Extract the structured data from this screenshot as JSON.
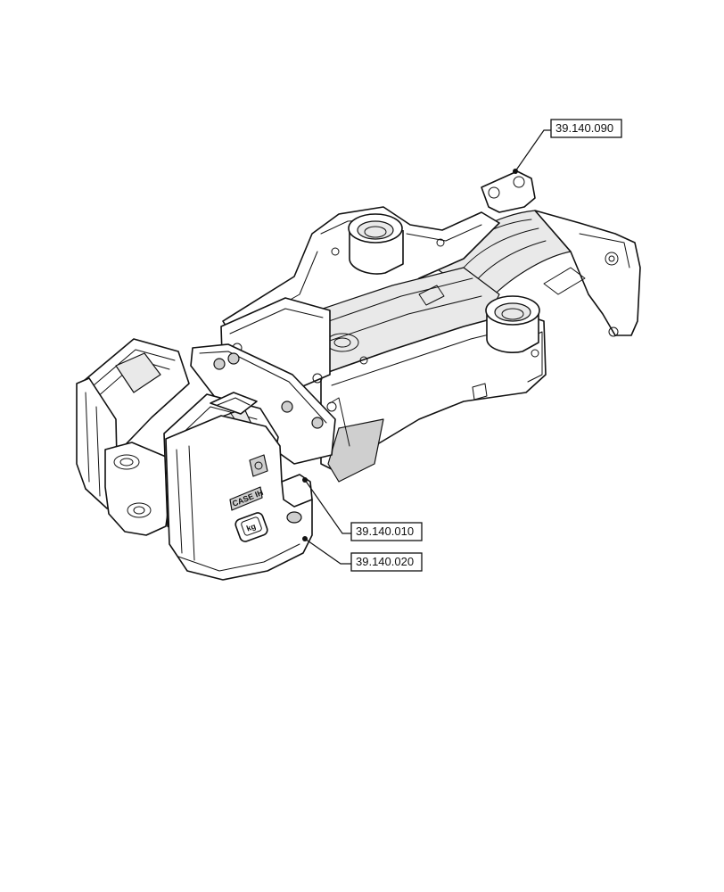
{
  "callouts": [
    {
      "id": "c1",
      "label": "39.140.090"
    },
    {
      "id": "c2",
      "label": "39.140.010"
    },
    {
      "id": "c3",
      "label": "39.140.020"
    }
  ],
  "weight_logo": "CASE IH",
  "weight_badge": "kg"
}
